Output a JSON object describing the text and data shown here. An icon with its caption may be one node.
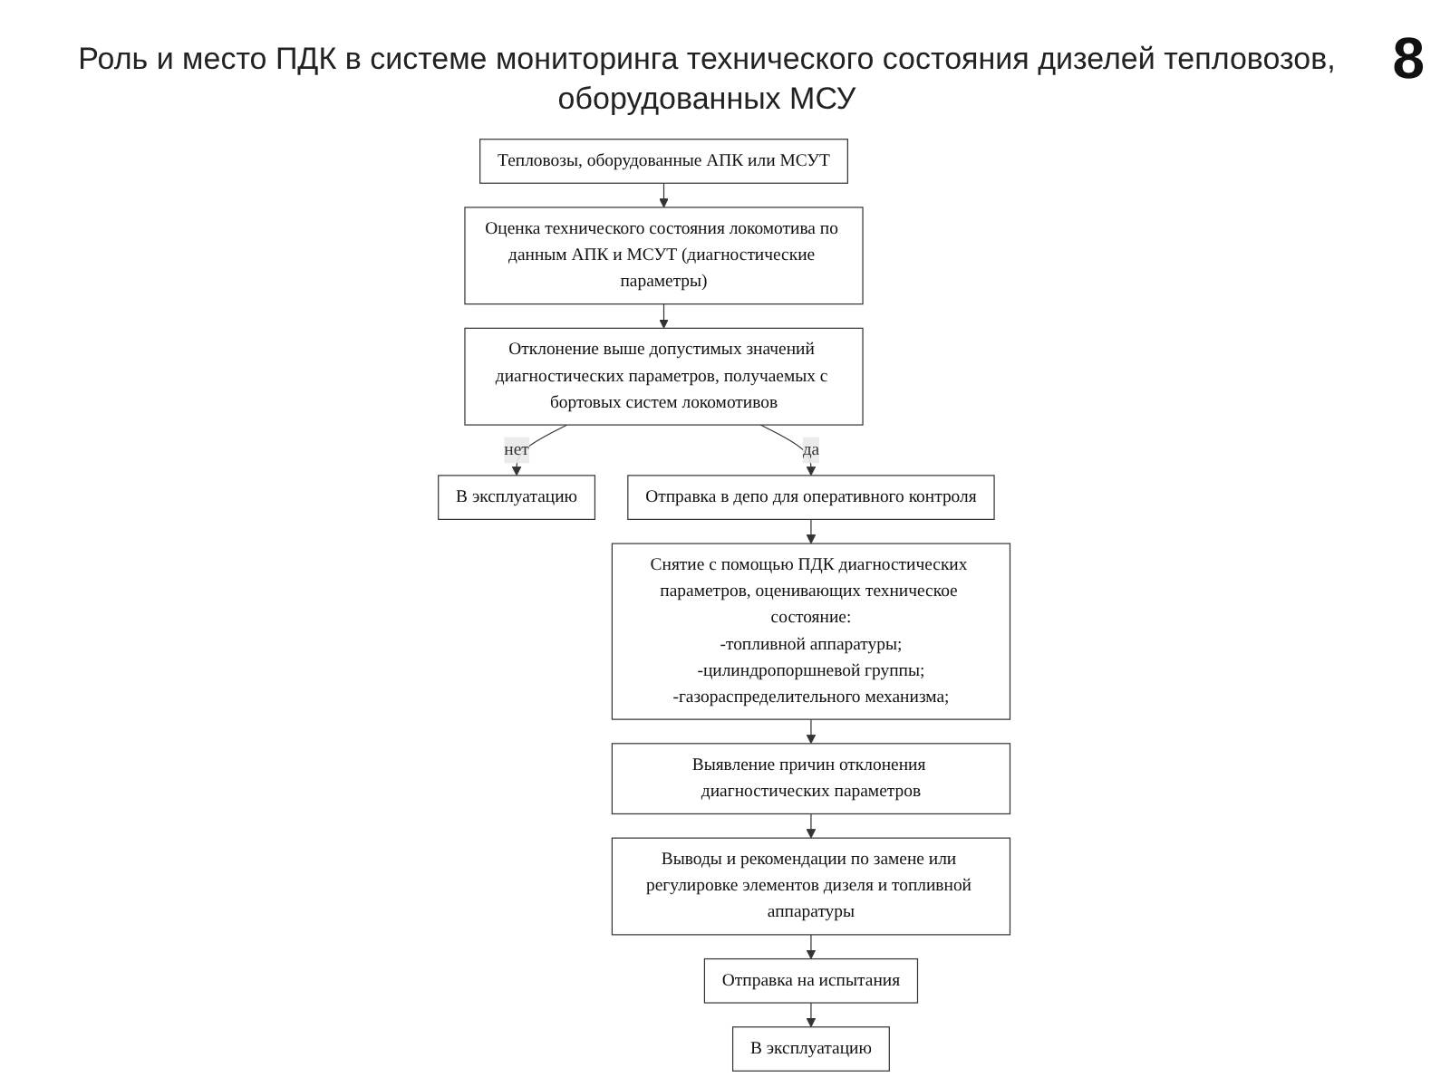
{
  "diagram": {
    "title": "Роль и место ПДК в системе мониторинга технического состояния дизелей тепловозов, оборудованных МСУ",
    "nodes": [
      {
        "text": [
          "Тепловозы, оборудованные АПК или МСУТ"
        ]
      },
      {
        "text": [
          "Оценка технического состояния локомотива по данным АПК и МСУТ (диагностические параметры)"
        ]
      },
      {
        "text": [
          "Отклонение выше допустимых значений диагностических параметров, получаемых с бортовых систем локомотивов"
        ]
      },
      {
        "text": [
          "В эксплуатацию"
        ]
      },
      {
        "text": [
          "Отправка в депо для оперативного контроля"
        ]
      },
      {
        "text": [
          "Снятие с помощью ПДК диагностических параметров, оценивающих техническое состояние:",
          "-топливной аппаратуры;",
          "-цилиндропоршневой группы;",
          "-газораспределительного механизма;"
        ]
      },
      {
        "text": [
          "Выявление причин отклонения диагностических параметров"
        ]
      },
      {
        "text": [
          "Выводы и рекомендации по замене или регулировке элементов дизеля и топливной аппаратуры"
        ]
      },
      {
        "text": [
          "Отправка на испытания"
        ]
      },
      {
        "text": [
          "В эксплуатацию"
        ]
      }
    ],
    "edges": [
      {
        "from": 0,
        "to": 1,
        "arrow": "to"
      },
      {
        "from": 1,
        "to": 2,
        "arrow": "to"
      },
      {
        "from": 2,
        "to": 3,
        "arrow": "to",
        "label": "нет"
      },
      {
        "from": 2,
        "to": 4,
        "arrow": "to",
        "label": "да"
      },
      {
        "from": 4,
        "to": 5,
        "arrow": "to"
      },
      {
        "from": 5,
        "to": 6,
        "arrow": "to"
      },
      {
        "from": 6,
        "to": 7,
        "arrow": "to"
      },
      {
        "from": 7,
        "to": 8,
        "arrow": "to"
      },
      {
        "from": 8,
        "to": 9,
        "arrow": "to"
      }
    ],
    "labels": [
      "8"
    ]
  }
}
